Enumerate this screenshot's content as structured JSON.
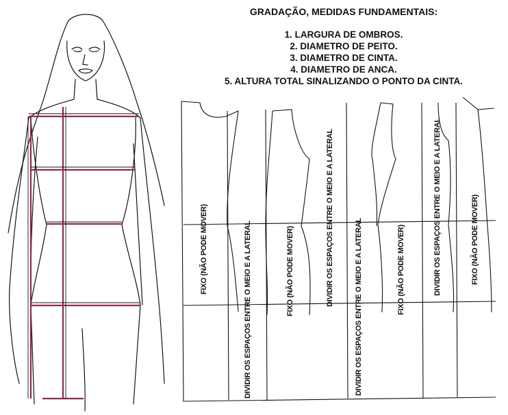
{
  "header": {
    "title": "GRADAÇÃO, MEDIDAS FUNDAMENTAIS:",
    "items": [
      "1. LARGURA DE OMBROS.",
      "2. DIAMETRO DE PEITO.",
      "3. DIAMETRO DE CINTA.",
      "4. DIAMETRO DE ANCA.",
      "5. ALTURA TOTAL SINALIZANDO O PONTO DA CINTA."
    ]
  },
  "pattern_labels": {
    "fixed": "FIXO (NÃO PODE MOVER)",
    "fixed_alt": "FIXO (NÃO PODE MOVER)",
    "fixed_alt2": "FIXO (NÃO PODE MOVER)",
    "divide": "DIVIDIR OS ESPAÇOS ENTRE O MEIO E A LATERAL"
  },
  "colors": {
    "ink": "#111111",
    "measure_line": "#8b2a56"
  }
}
